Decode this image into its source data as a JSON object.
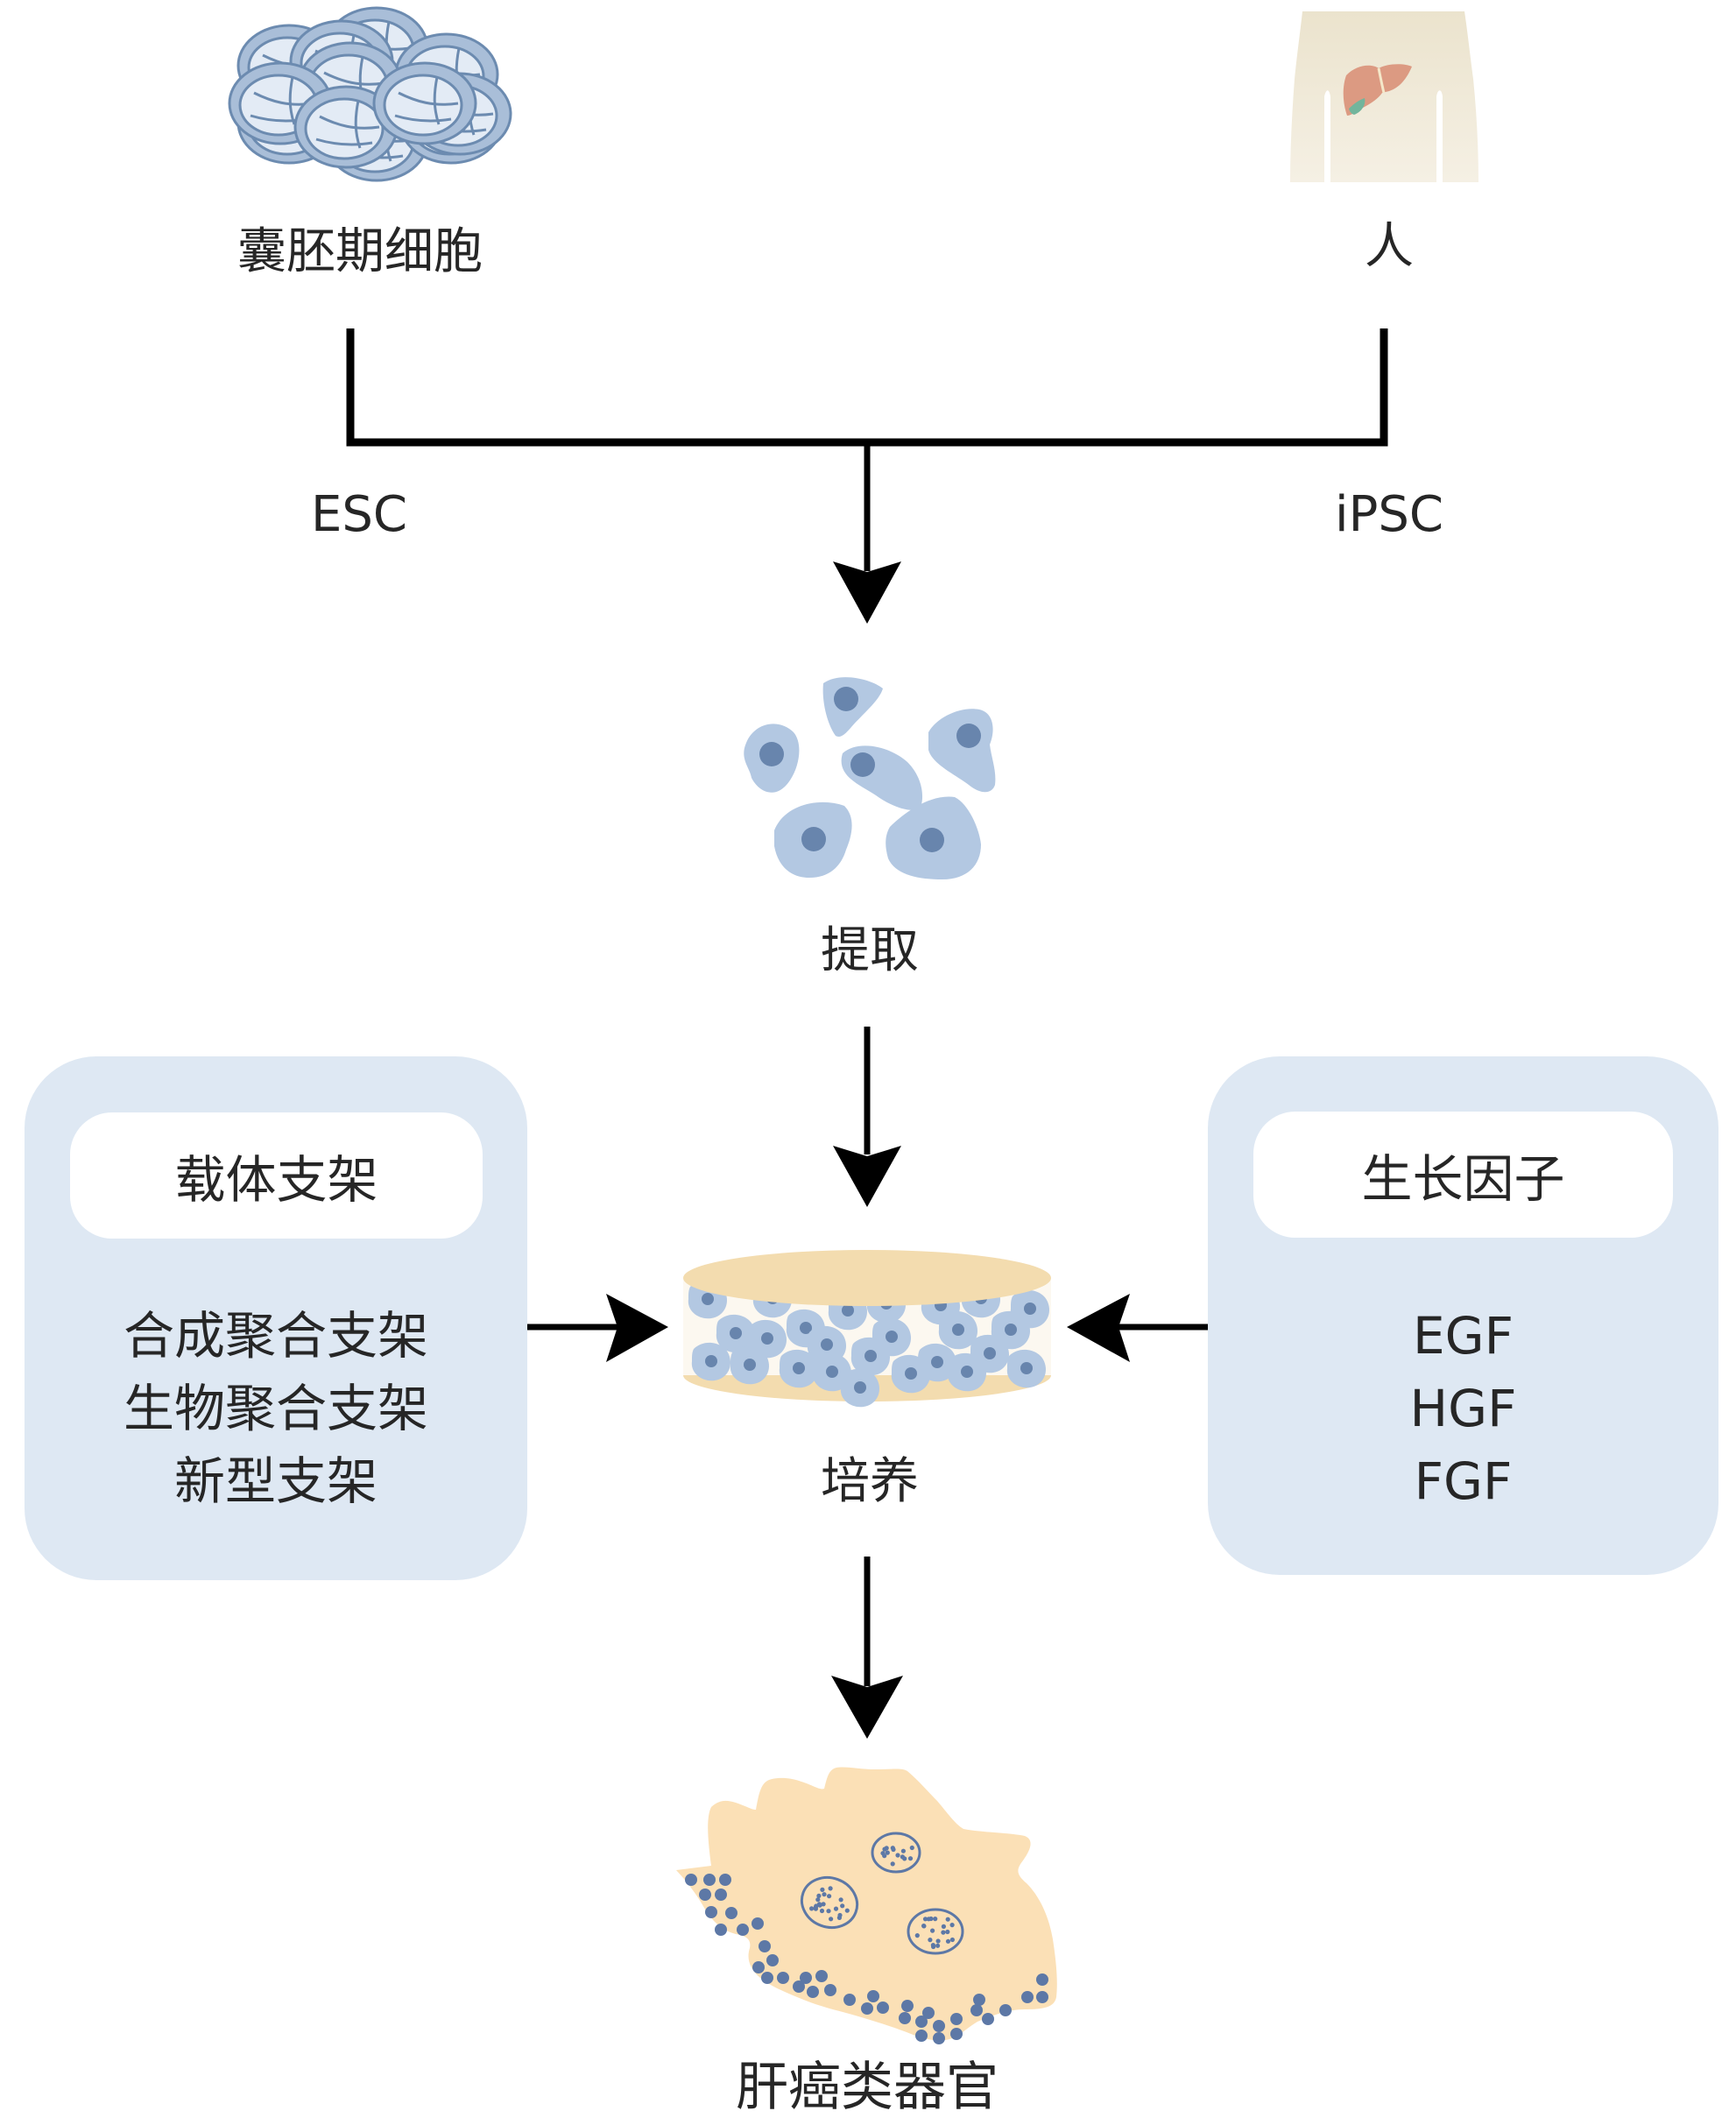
{
  "title": "肝癌类器官构建流程",
  "sources": {
    "blastocyst": {
      "label": "囊胚期细胞",
      "icon": "blastocyst-icon",
      "stem_cell": "ESC"
    },
    "human": {
      "label": "人",
      "icon": "human-torso-liver-icon",
      "stem_cell": "iPSC"
    }
  },
  "steps": {
    "extract": {
      "label": "提取",
      "icon": "stem-cells-icon"
    },
    "culture": {
      "label": "培养",
      "icon": "culture-dish-icon"
    },
    "result": {
      "label": "肝癌类器官",
      "icon": "liver-cancer-organoid-icon"
    }
  },
  "left_panel": {
    "title": "载体支架",
    "items": [
      "合成聚合支架",
      "生物聚合支架",
      "新型支架"
    ]
  },
  "right_panel": {
    "title": "生长因子",
    "items": [
      "EGF",
      "HGF",
      "FGF"
    ]
  },
  "colors": {
    "panel_bg": "#dee8f3",
    "text": "#262626",
    "arrow": "#000000",
    "cell_body": "#b3c8e2",
    "cell_nucleus": "#6885ad",
    "dish_tan": "#f3dcaf",
    "organoid": "#fbe0b6",
    "organoid_dot": "#5d78a6",
    "torso": "#efe8d6",
    "liver": "#dc9a82",
    "tumor": "#72b59c"
  }
}
